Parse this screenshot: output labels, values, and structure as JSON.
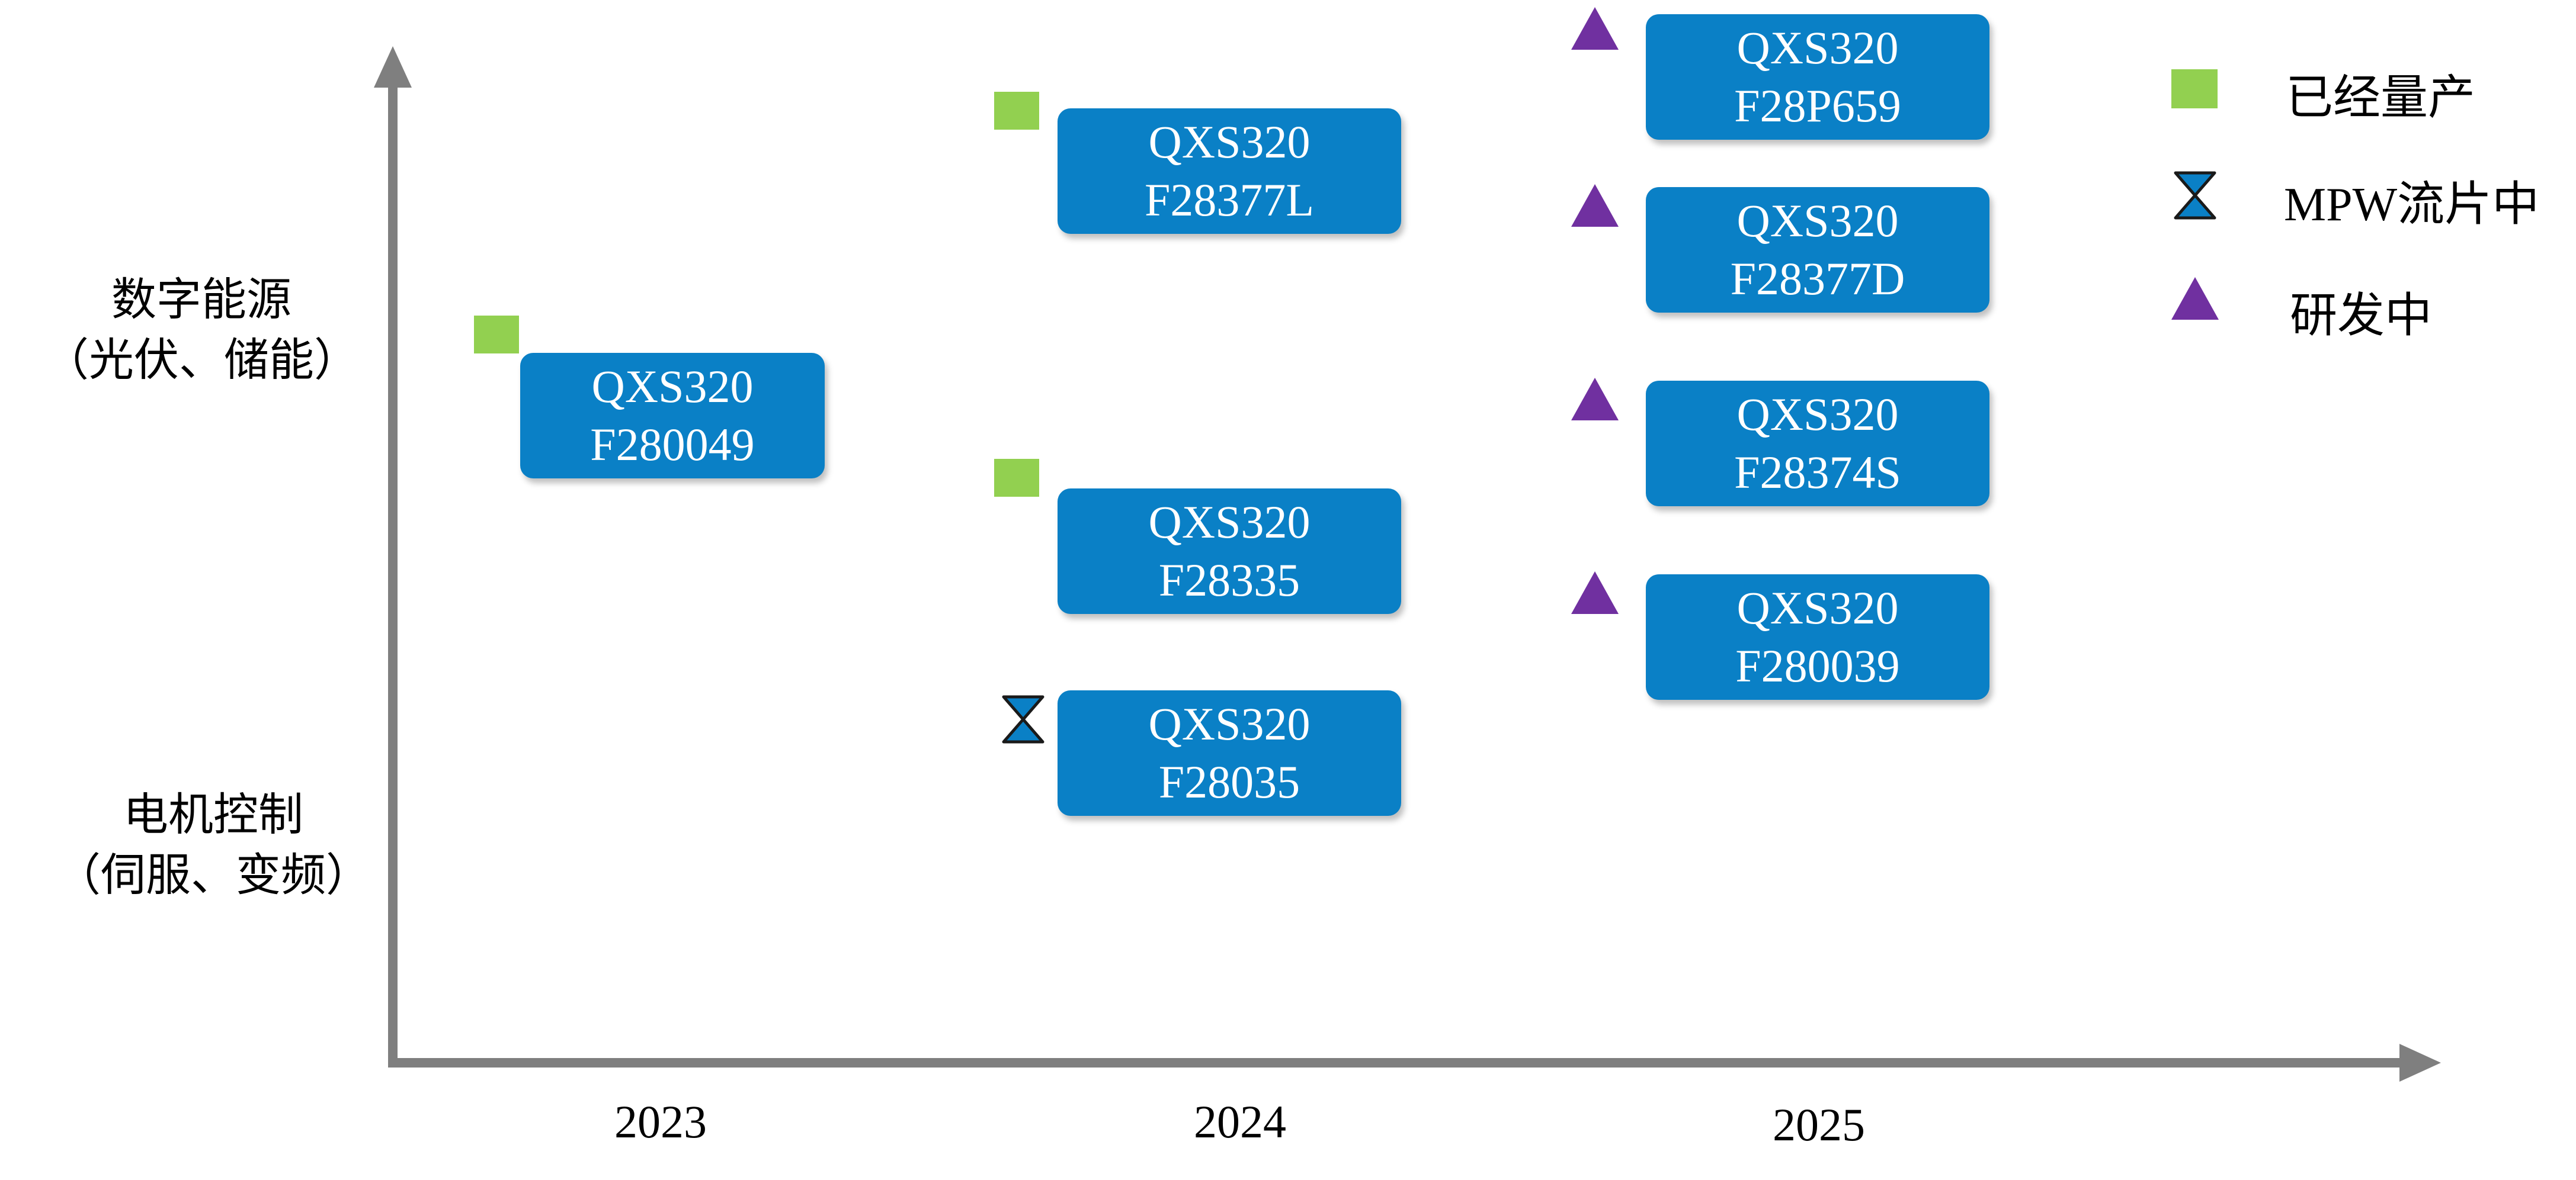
{
  "y_axis": {
    "top_label": [
      "数字能源",
      "（光伏、储能）"
    ],
    "bottom_label": [
      "电机控制",
      "（伺服、变频）"
    ]
  },
  "x_axis": {
    "years": [
      "2023",
      "2024",
      "2025"
    ]
  },
  "chips": [
    {
      "line1": "QXS320",
      "line2": "F280049",
      "status": "mass-production",
      "year": "2023"
    },
    {
      "line1": "QXS320",
      "line2": "F28377L",
      "status": "mass-production",
      "year": "2024"
    },
    {
      "line1": "QXS320",
      "line2": "F28335",
      "status": "mass-production",
      "year": "2024"
    },
    {
      "line1": "QXS320",
      "line2": "F28035",
      "status": "mpw-tapeout",
      "year": "2024"
    },
    {
      "line1": "QXS320",
      "line2": "F28P659",
      "status": "in-development",
      "year": "2025"
    },
    {
      "line1": "QXS320",
      "line2": "F28377D",
      "status": "in-development",
      "year": "2025"
    },
    {
      "line1": "QXS320",
      "line2": "F28374S",
      "status": "in-development",
      "year": "2025"
    },
    {
      "line1": "QXS320",
      "line2": "F280039",
      "status": "in-development",
      "year": "2025"
    }
  ],
  "legend": {
    "mass_production": "已经量产",
    "mpw_tapeout": "MPW流片中",
    "in_development": "研发中"
  },
  "colors": {
    "chip_fill": "#0a80c6",
    "mass_production_marker": "#92d050",
    "mpw_marker": "#0a80c6",
    "in_development_marker": "#7030a0",
    "axis": "#7f7f7f"
  },
  "icons": {
    "mass_production": "green-square-icon",
    "mpw_tapeout": "hourglass-icon",
    "in_development": "purple-triangle-icon"
  }
}
